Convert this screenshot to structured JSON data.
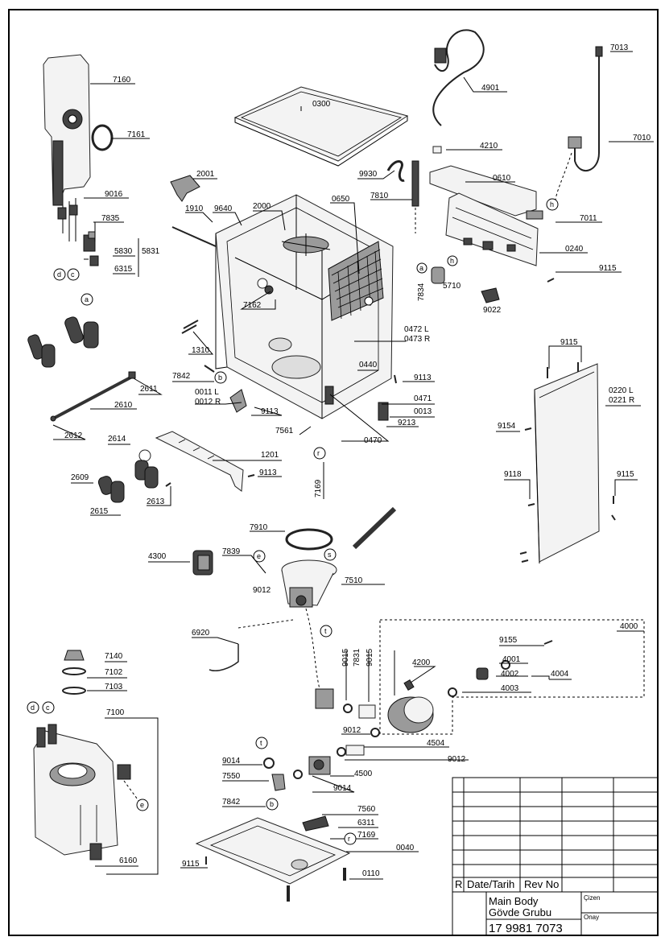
{
  "parts": {
    "p7160": "7160",
    "p7161": "7161",
    "p9016": "9016",
    "p7835": "7835",
    "p5830": "5830",
    "p6315": "6315",
    "p5831": "5831",
    "p0300": "0300",
    "p2001": "2001",
    "p1910": "1910",
    "p9640": "9640",
    "p2000": "2000",
    "p0650": "0650",
    "p9930": "9930",
    "p7810": "7810",
    "p4901": "4901",
    "p4210": "4210",
    "p0610": "0610",
    "p7013": "7013",
    "p7010": "7010",
    "p7011": "7011",
    "p0240": "0240",
    "p9115a": "9115",
    "p5710": "5710",
    "p9022": "9022",
    "p7834": "7834",
    "p7162": "7162",
    "p1310": "1310",
    "p0472": "0472 L",
    "p0473": "0473 R",
    "p0440": "0440",
    "p9113a": "9113",
    "p0471": "0471",
    "p0013": "0013",
    "p9213": "9213",
    "p7842a": "7842",
    "p0011": "0011 L",
    "p0012": "0012 R",
    "p9113b": "9113",
    "p2611": "2611",
    "p2610": "2610",
    "p2612": "2612",
    "p7561": "7561",
    "p0470": "0470",
    "p7169a": "7169",
    "p2614": "2614",
    "p1201": "1201",
    "p9113c": "9113",
    "p2609": "2609",
    "p2613": "2613",
    "p2615": "2615",
    "p9115b": "9115",
    "p0220": "0220 L",
    "p0221": "0221 R",
    "p9154": "9154",
    "p9118": "9118",
    "p9115c": "9115",
    "p7910": "7910",
    "p4300": "4300",
    "p7839": "7839",
    "p9012a": "9012",
    "p7510": "7510",
    "p4000": "4000",
    "p6920": "6920",
    "p9155": "9155",
    "p9015a": "9015",
    "p7831": "7831",
    "p9015b": "9015",
    "p4200": "4200",
    "p4001": "4001",
    "p4002": "4002",
    "p4004": "4004",
    "p4003": "4003",
    "p7140": "7140",
    "p7102": "7102",
    "p7103": "7103",
    "p7100": "7100",
    "p9012b": "9012",
    "p4504": "4504",
    "p9012c": "9012",
    "p9014a": "9014",
    "p7550": "7550",
    "p4500": "4500",
    "p9014b": "9014",
    "p7842b": "7842",
    "p7560": "7560",
    "p6311": "6311",
    "p7169b": "7169",
    "p0040": "0040",
    "p9115d": "9115",
    "p0110": "0110",
    "p6160": "6160"
  },
  "callouts": {
    "d": "d",
    "c": "c",
    "a": "a",
    "h": "h",
    "b": "b",
    "r": "r",
    "e": "e",
    "s": "s",
    "t": "t"
  },
  "title_block": {
    "rev_prefix": "R",
    "date_label": "Date/Tarih",
    "rev_label": "Rev No",
    "title_line1": "Main Body",
    "title_line2": "Gövde Grubu",
    "doc_number": "17 9981 7073",
    "drawn_label": "Çizen",
    "approved_label": "Onay"
  }
}
